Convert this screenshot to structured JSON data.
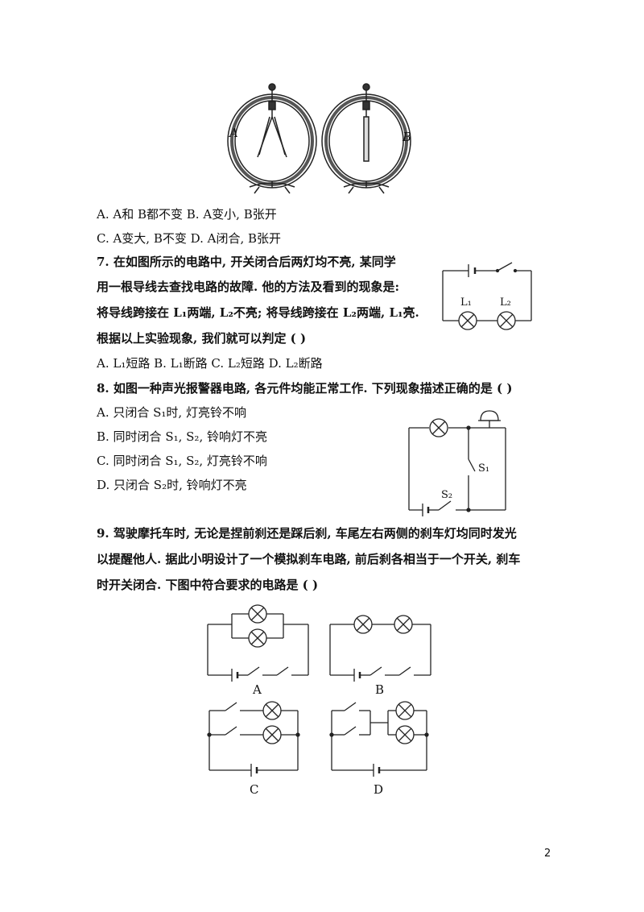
{
  "figure_top": {
    "label_a": "A",
    "label_b": "B"
  },
  "q6_options": {
    "line1": "A. A和 B都不变      B. A变小, B张开",
    "line2": "C. A变大, B不变 D. A闭合, B张开"
  },
  "q7": {
    "line1": "7. 在如图所示的电路中, 开关闭合后两灯均不亮, 某同学",
    "line2": "用一根导线去查找电路的故障. 他的方法及看到的现象是:",
    "line3": "将导线跨接在 L₁两端, L₂不亮; 将导线跨接在 L₂两端, L₁亮.",
    "line4": "根据以上实验现象, 我们就可以判定 (      )",
    "options": "A. L₁短路    B. L₁断路    C. L₂短路    D. L₂断路",
    "lamp_label_1": "L₁",
    "lamp_label_2": "L₂"
  },
  "q8": {
    "stem": "8. 如图一种声光报警器电路, 各元件均能正常工作. 下列现象描述正确的是 (   )",
    "option_a": "A. 只闭合 S₁时, 灯亮铃不响",
    "option_b": "B. 同时闭合 S₁, S₂, 铃响灯不亮",
    "option_c": "C. 同时闭合 S₁, S₂, 灯亮铃不响",
    "option_d": "D. 只闭合 S₂时, 铃响灯不亮",
    "switch_label_1": "S₁",
    "switch_label_2": "S₂"
  },
  "q9": {
    "line1": "9. 驾驶摩托车时, 无论是捏前刹还是踩后刹, 车尾左右两侧的刹车灯均同时发光",
    "line2": "以提醒他人. 据此小明设计了一个模拟刹车电路, 前后刹各相当于一个开关, 刹车",
    "line3": "时开关闭合. 下图中符合要求的电路是    (      )",
    "label_a": "A",
    "label_b": "B",
    "label_c": "C",
    "label_d": "D"
  },
  "page_number": "2"
}
